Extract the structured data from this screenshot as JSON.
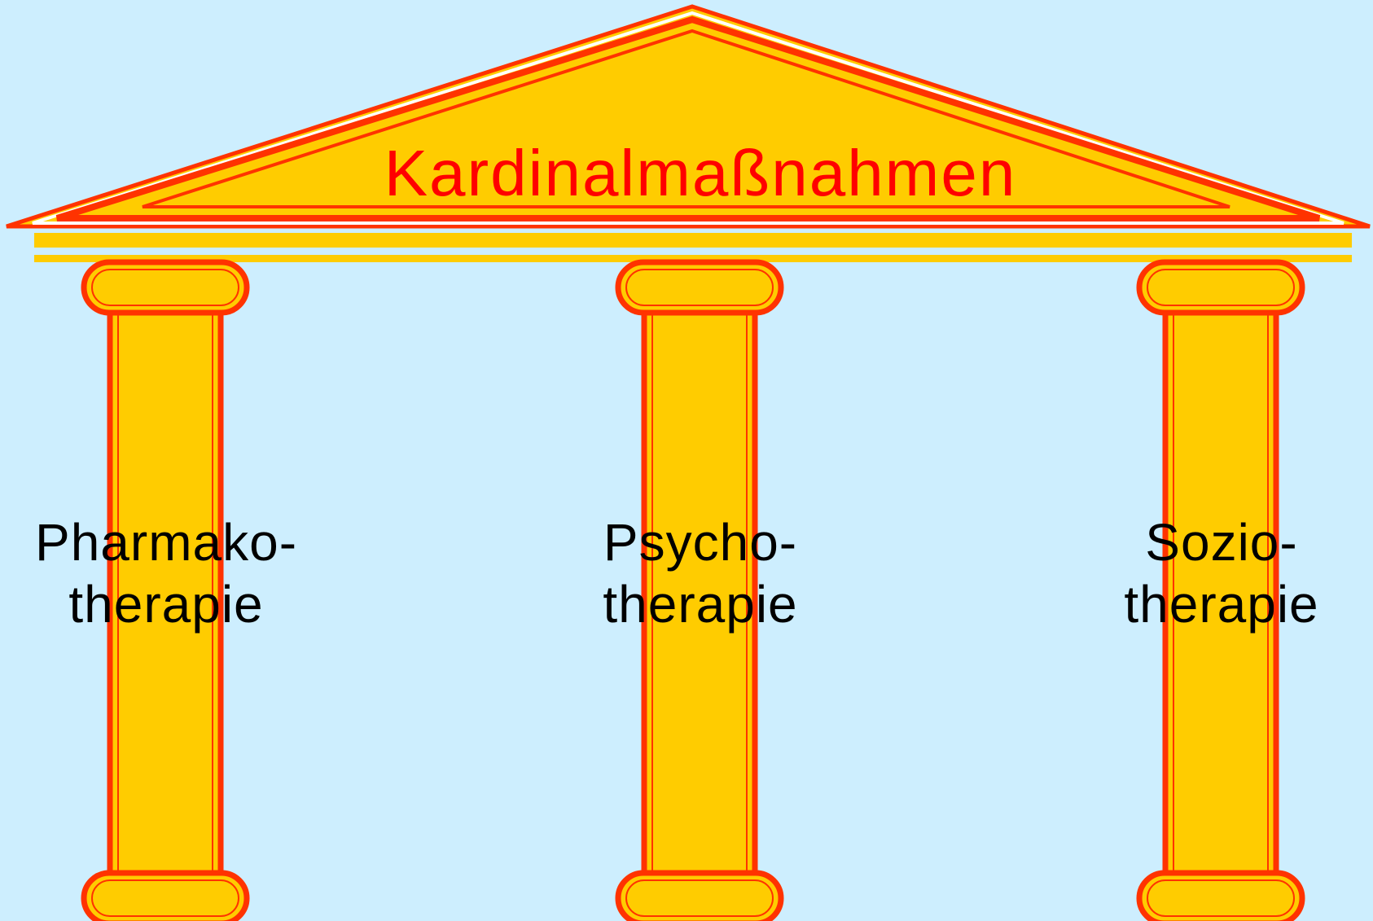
{
  "diagram": {
    "title": "Kardinalmaßnahmen",
    "pillars": [
      {
        "line1": "Pharmako-",
        "line2": "therapie"
      },
      {
        "line1": "Psycho-",
        "line2": "therapie"
      },
      {
        "line1": "Sozio-",
        "line2": "therapie"
      }
    ]
  },
  "colors": {
    "background": "#cdeefe",
    "gold": "#ffcc00",
    "outline": "#ff3300",
    "title_text": "#ff0000",
    "label_text": "#000000"
  }
}
